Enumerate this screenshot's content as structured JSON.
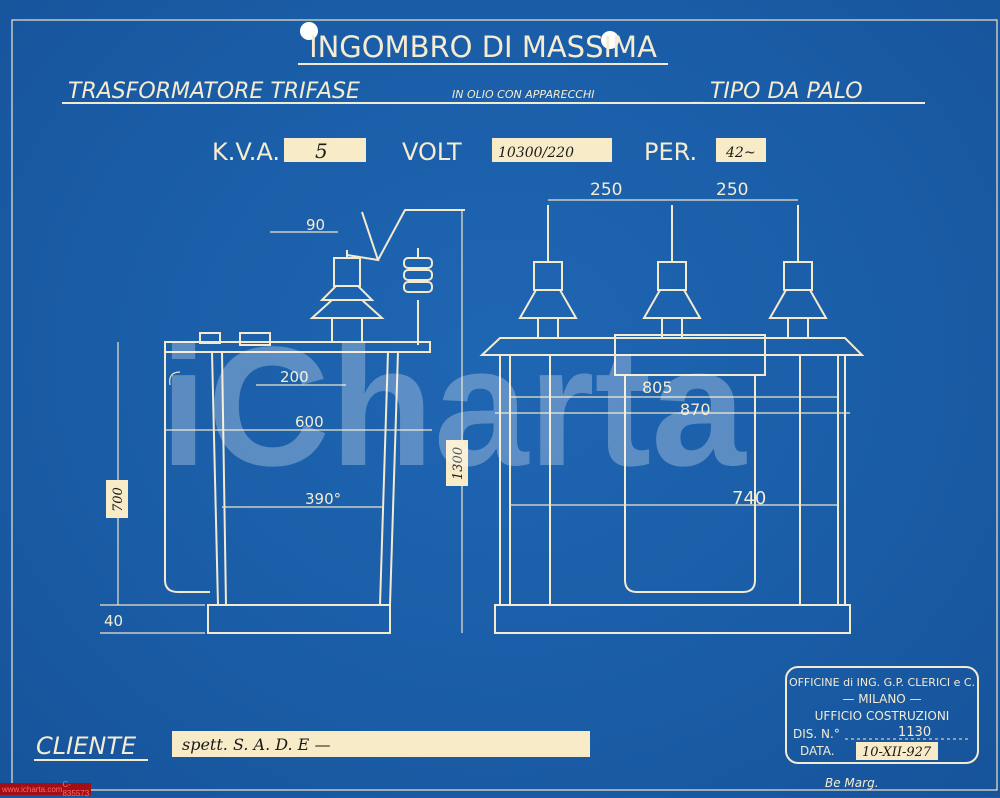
{
  "title": "INGOMBRO DI MASSIMA",
  "subtitle": {
    "main": "TRASFORMATORE TRIFASE",
    "small": "IN OLIO CON APPARECCHI",
    "type": "_ TIPO DA PALO _"
  },
  "ratings": {
    "kva_label": "K.V.A.",
    "kva_value": "5",
    "volt_label": "VOLT",
    "volt_value": "10300/220",
    "per_label": "PER.",
    "per_value": "42~"
  },
  "dimensions": {
    "side_view": [
      "90",
      "200",
      "600",
      "390°",
      "700",
      "40",
      "1300"
    ],
    "front_view": [
      "250",
      "250",
      "805",
      "870",
      "740"
    ]
  },
  "cliente": {
    "label": "CLIENTE",
    "value": "spett. S. A. D. E —"
  },
  "title_block": {
    "company": "OFFICINE di ING. G.P. CLERICI e C.",
    "city": "— MILANO —",
    "office": "UFFICIO COSTRUZIONI",
    "dis_label": "DIS. N.°",
    "dis_value": "1130",
    "data_label": "DATA.",
    "data_value": "10-XII-927",
    "signature": "Be Marg."
  },
  "watermark": "iCharta",
  "footer": {
    "site": "www.icharta.com",
    "code": "C-835573"
  },
  "colors": {
    "paper": "#1a5ca6",
    "ink": "#f3ead0",
    "label": "#f8ecc8"
  }
}
